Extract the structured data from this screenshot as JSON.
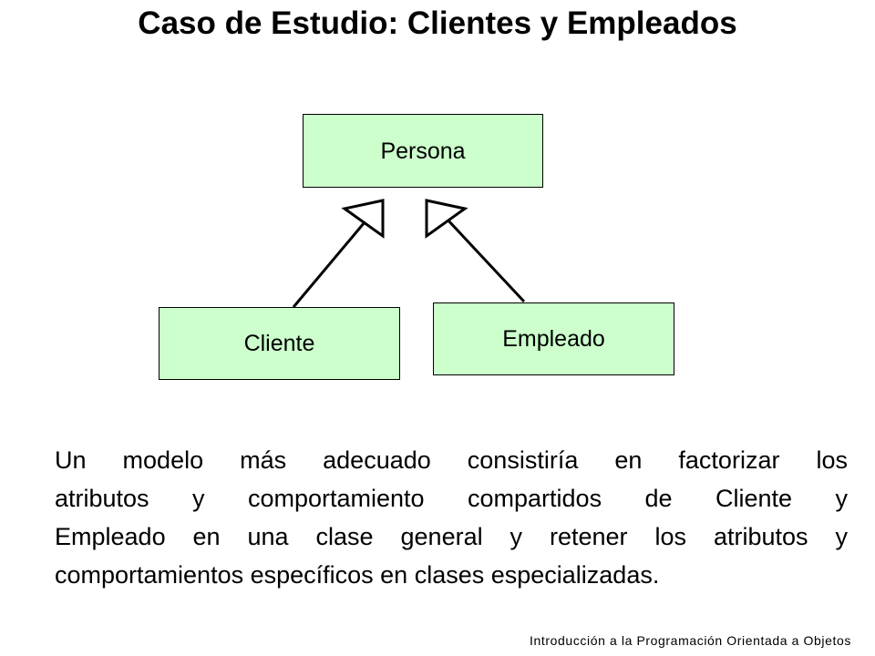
{
  "slide": {
    "title": "Caso de Estudio: Clientes y Empleados",
    "footer": "Introducción a la Programación Orientada a Objetos"
  },
  "diagram": {
    "box_fill": "#ccffcc",
    "classes": {
      "persona": "Persona",
      "cliente": "Cliente",
      "empleado": "Empleado"
    },
    "relations": [
      {
        "from": "Cliente",
        "to": "Persona",
        "type": "generalization"
      },
      {
        "from": "Empleado",
        "to": "Persona",
        "type": "generalization"
      }
    ]
  },
  "body": {
    "lines": [
      "Un modelo más adecuado consistiría en factorizar los",
      "atributos y comportamiento compartidos de Cliente y",
      "Empleado en una clase general y retener los atributos y",
      "comportamientos específicos en clases especializadas."
    ]
  }
}
